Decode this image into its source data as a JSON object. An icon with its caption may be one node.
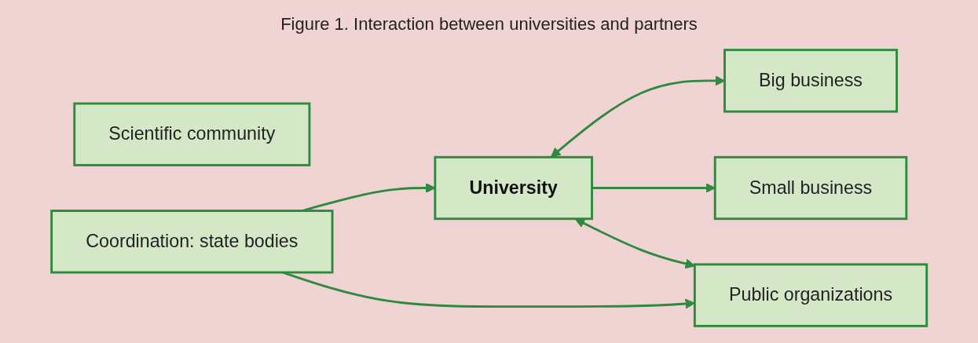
{
  "diagram": {
    "title": "Figure 1. Interaction between universities and partners",
    "nodes": [
      {
        "text": [
          "University"
        ]
      },
      {
        "text": [
          "Scientific community"
        ]
      },
      {
        "text": [
          "Big business"
        ]
      },
      {
        "text": [
          "Small business"
        ]
      },
      {
        "text": [
          "Public organizations"
        ]
      },
      {
        "text": [
          "Coordination: state bodies"
        ]
      }
    ],
    "edges": [
      {
        "from": 0,
        "to": 2,
        "arrow": "both"
      },
      {
        "from": 0,
        "to": 3,
        "arrow": "to"
      },
      {
        "from": 0,
        "to": 4,
        "arrow": "both"
      },
      {
        "from": 5,
        "to": 0,
        "arrow": "to"
      },
      {
        "from": 5,
        "to": 4,
        "arrow": "to"
      }
    ]
  }
}
